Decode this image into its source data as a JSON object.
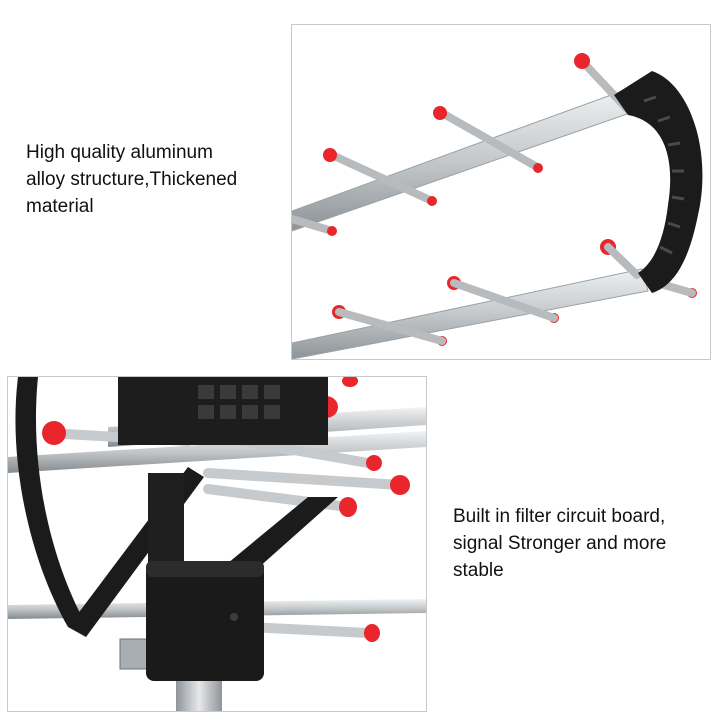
{
  "captions": {
    "top": [
      "High quality aluminum",
      "alloy structure,Thickened",
      "material"
    ],
    "bottom": [
      "Built in filter circuit board,",
      "signal Stronger and more",
      "stable"
    ]
  },
  "colors": {
    "tip": "#e8262b",
    "housing": "#1b1b1b",
    "aluminum": "#c9ccce",
    "frame_border": "#c8c8c8"
  },
  "icons": {
    "top_photo": "antenna-dipole-bracket",
    "bottom_photo": "antenna-filter-housing"
  }
}
